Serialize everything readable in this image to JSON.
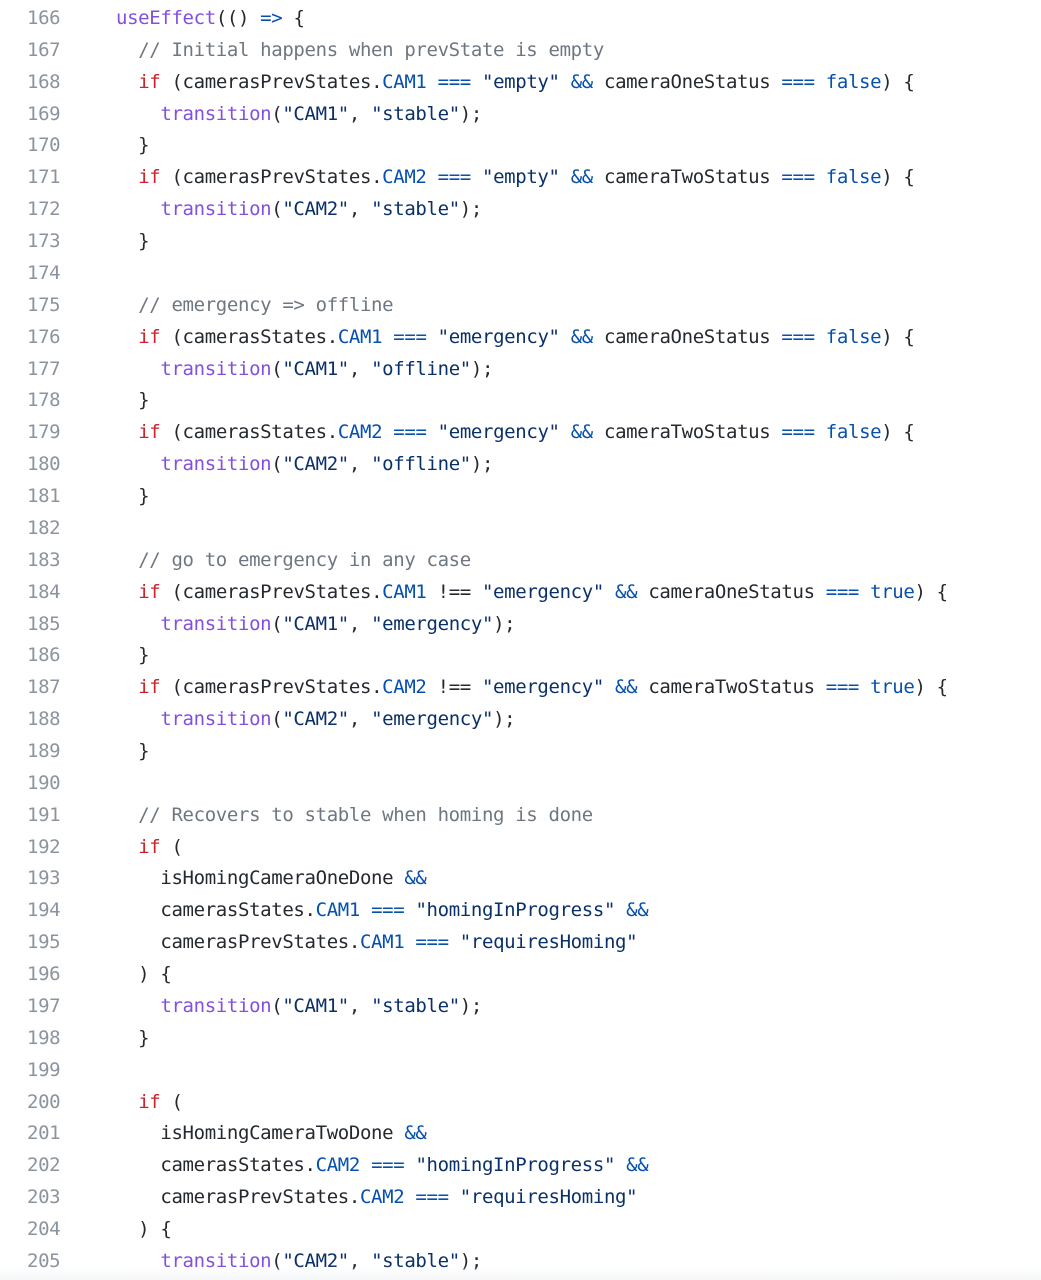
{
  "colors": {
    "keyword": "#cf222e",
    "function": "#8250df",
    "property": "#0550ae",
    "operator": "#0550ae",
    "string": "#0a3069",
    "boolean": "#0550ae",
    "comment": "#6e7781",
    "plain": "#24292f",
    "line_number": "#8b949e",
    "background": "#ffffff"
  },
  "code": {
    "lines": [
      {
        "num": "166",
        "tokens": [
          [
            "fn",
            "useEffect"
          ],
          [
            "p",
            "(() "
          ],
          [
            "op",
            "=>"
          ],
          [
            "p",
            " {"
          ]
        ]
      },
      {
        "num": "167",
        "tokens": [
          [
            "p",
            "  "
          ],
          [
            "cm",
            "// Initial happens when prevState is empty"
          ]
        ]
      },
      {
        "num": "168",
        "tokens": [
          [
            "p",
            "  "
          ],
          [
            "kw",
            "if"
          ],
          [
            "p",
            " (camerasPrevStates."
          ],
          [
            "prop",
            "CAM1"
          ],
          [
            "p",
            " "
          ],
          [
            "op",
            "==="
          ],
          [
            "p",
            " "
          ],
          [
            "str",
            "\"empty\""
          ],
          [
            "p",
            " "
          ],
          [
            "op",
            "&&"
          ],
          [
            "p",
            " cameraOneStatus "
          ],
          [
            "op",
            "==="
          ],
          [
            "p",
            " "
          ],
          [
            "bool",
            "false"
          ],
          [
            "p",
            ") {"
          ]
        ]
      },
      {
        "num": "169",
        "tokens": [
          [
            "p",
            "    "
          ],
          [
            "fn",
            "transition"
          ],
          [
            "p",
            "("
          ],
          [
            "str",
            "\"CAM1\""
          ],
          [
            "p",
            ", "
          ],
          [
            "str",
            "\"stable\""
          ],
          [
            "p",
            ");"
          ]
        ]
      },
      {
        "num": "170",
        "tokens": [
          [
            "p",
            "  }"
          ]
        ]
      },
      {
        "num": "171",
        "tokens": [
          [
            "p",
            "  "
          ],
          [
            "kw",
            "if"
          ],
          [
            "p",
            " (camerasPrevStates."
          ],
          [
            "prop",
            "CAM2"
          ],
          [
            "p",
            " "
          ],
          [
            "op",
            "==="
          ],
          [
            "p",
            " "
          ],
          [
            "str",
            "\"empty\""
          ],
          [
            "p",
            " "
          ],
          [
            "op",
            "&&"
          ],
          [
            "p",
            " cameraTwoStatus "
          ],
          [
            "op",
            "==="
          ],
          [
            "p",
            " "
          ],
          [
            "bool",
            "false"
          ],
          [
            "p",
            ") {"
          ]
        ]
      },
      {
        "num": "172",
        "tokens": [
          [
            "p",
            "    "
          ],
          [
            "fn",
            "transition"
          ],
          [
            "p",
            "("
          ],
          [
            "str",
            "\"CAM2\""
          ],
          [
            "p",
            ", "
          ],
          [
            "str",
            "\"stable\""
          ],
          [
            "p",
            ");"
          ]
        ]
      },
      {
        "num": "173",
        "tokens": [
          [
            "p",
            "  }"
          ]
        ]
      },
      {
        "num": "174",
        "tokens": []
      },
      {
        "num": "175",
        "tokens": [
          [
            "p",
            "  "
          ],
          [
            "cm",
            "// emergency => offline"
          ]
        ]
      },
      {
        "num": "176",
        "tokens": [
          [
            "p",
            "  "
          ],
          [
            "kw",
            "if"
          ],
          [
            "p",
            " (camerasStates."
          ],
          [
            "prop",
            "CAM1"
          ],
          [
            "p",
            " "
          ],
          [
            "op",
            "==="
          ],
          [
            "p",
            " "
          ],
          [
            "str",
            "\"emergency\""
          ],
          [
            "p",
            " "
          ],
          [
            "op",
            "&&"
          ],
          [
            "p",
            " cameraOneStatus "
          ],
          [
            "op",
            "==="
          ],
          [
            "p",
            " "
          ],
          [
            "bool",
            "false"
          ],
          [
            "p",
            ") {"
          ]
        ]
      },
      {
        "num": "177",
        "tokens": [
          [
            "p",
            "    "
          ],
          [
            "fn",
            "transition"
          ],
          [
            "p",
            "("
          ],
          [
            "str",
            "\"CAM1\""
          ],
          [
            "p",
            ", "
          ],
          [
            "str",
            "\"offline\""
          ],
          [
            "p",
            ");"
          ]
        ]
      },
      {
        "num": "178",
        "tokens": [
          [
            "p",
            "  }"
          ]
        ]
      },
      {
        "num": "179",
        "tokens": [
          [
            "p",
            "  "
          ],
          [
            "kw",
            "if"
          ],
          [
            "p",
            " (camerasStates."
          ],
          [
            "prop",
            "CAM2"
          ],
          [
            "p",
            " "
          ],
          [
            "op",
            "==="
          ],
          [
            "p",
            " "
          ],
          [
            "str",
            "\"emergency\""
          ],
          [
            "p",
            " "
          ],
          [
            "op",
            "&&"
          ],
          [
            "p",
            " cameraTwoStatus "
          ],
          [
            "op",
            "==="
          ],
          [
            "p",
            " "
          ],
          [
            "bool",
            "false"
          ],
          [
            "p",
            ") {"
          ]
        ]
      },
      {
        "num": "180",
        "tokens": [
          [
            "p",
            "    "
          ],
          [
            "fn",
            "transition"
          ],
          [
            "p",
            "("
          ],
          [
            "str",
            "\"CAM2\""
          ],
          [
            "p",
            ", "
          ],
          [
            "str",
            "\"offline\""
          ],
          [
            "p",
            ");"
          ]
        ]
      },
      {
        "num": "181",
        "tokens": [
          [
            "p",
            "  }"
          ]
        ]
      },
      {
        "num": "182",
        "tokens": []
      },
      {
        "num": "183",
        "tokens": [
          [
            "p",
            "  "
          ],
          [
            "cm",
            "// go to emergency in any case"
          ]
        ]
      },
      {
        "num": "184",
        "tokens": [
          [
            "p",
            "  "
          ],
          [
            "kw",
            "if"
          ],
          [
            "p",
            " (camerasPrevStates."
          ],
          [
            "prop",
            "CAM1"
          ],
          [
            "p",
            " !== "
          ],
          [
            "str",
            "\"emergency\""
          ],
          [
            "p",
            " "
          ],
          [
            "op",
            "&&"
          ],
          [
            "p",
            " cameraOneStatus "
          ],
          [
            "op",
            "==="
          ],
          [
            "p",
            " "
          ],
          [
            "bool",
            "true"
          ],
          [
            "p",
            ") {"
          ]
        ]
      },
      {
        "num": "185",
        "tokens": [
          [
            "p",
            "    "
          ],
          [
            "fn",
            "transition"
          ],
          [
            "p",
            "("
          ],
          [
            "str",
            "\"CAM1\""
          ],
          [
            "p",
            ", "
          ],
          [
            "str",
            "\"emergency\""
          ],
          [
            "p",
            ");"
          ]
        ]
      },
      {
        "num": "186",
        "tokens": [
          [
            "p",
            "  }"
          ]
        ]
      },
      {
        "num": "187",
        "tokens": [
          [
            "p",
            "  "
          ],
          [
            "kw",
            "if"
          ],
          [
            "p",
            " (camerasPrevStates."
          ],
          [
            "prop",
            "CAM2"
          ],
          [
            "p",
            " !== "
          ],
          [
            "str",
            "\"emergency\""
          ],
          [
            "p",
            " "
          ],
          [
            "op",
            "&&"
          ],
          [
            "p",
            " cameraTwoStatus "
          ],
          [
            "op",
            "==="
          ],
          [
            "p",
            " "
          ],
          [
            "bool",
            "true"
          ],
          [
            "p",
            ") {"
          ]
        ]
      },
      {
        "num": "188",
        "tokens": [
          [
            "p",
            "    "
          ],
          [
            "fn",
            "transition"
          ],
          [
            "p",
            "("
          ],
          [
            "str",
            "\"CAM2\""
          ],
          [
            "p",
            ", "
          ],
          [
            "str",
            "\"emergency\""
          ],
          [
            "p",
            ");"
          ]
        ]
      },
      {
        "num": "189",
        "tokens": [
          [
            "p",
            "  }"
          ]
        ]
      },
      {
        "num": "190",
        "tokens": []
      },
      {
        "num": "191",
        "tokens": [
          [
            "p",
            "  "
          ],
          [
            "cm",
            "// Recovers to stable when homing is done"
          ]
        ]
      },
      {
        "num": "192",
        "tokens": [
          [
            "p",
            "  "
          ],
          [
            "kw",
            "if"
          ],
          [
            "p",
            " ("
          ]
        ]
      },
      {
        "num": "193",
        "tokens": [
          [
            "p",
            "    isHomingCameraOneDone "
          ],
          [
            "op",
            "&&"
          ]
        ]
      },
      {
        "num": "194",
        "tokens": [
          [
            "p",
            "    camerasStates."
          ],
          [
            "prop",
            "CAM1"
          ],
          [
            "p",
            " "
          ],
          [
            "op",
            "==="
          ],
          [
            "p",
            " "
          ],
          [
            "str",
            "\"homingInProgress\""
          ],
          [
            "p",
            " "
          ],
          [
            "op",
            "&&"
          ]
        ]
      },
      {
        "num": "195",
        "tokens": [
          [
            "p",
            "    camerasPrevStates."
          ],
          [
            "prop",
            "CAM1"
          ],
          [
            "p",
            " "
          ],
          [
            "op",
            "==="
          ],
          [
            "p",
            " "
          ],
          [
            "str",
            "\"requiresHoming\""
          ]
        ]
      },
      {
        "num": "196",
        "tokens": [
          [
            "p",
            "  ) {"
          ]
        ]
      },
      {
        "num": "197",
        "tokens": [
          [
            "p",
            "    "
          ],
          [
            "fn",
            "transition"
          ],
          [
            "p",
            "("
          ],
          [
            "str",
            "\"CAM1\""
          ],
          [
            "p",
            ", "
          ],
          [
            "str",
            "\"stable\""
          ],
          [
            "p",
            ");"
          ]
        ]
      },
      {
        "num": "198",
        "tokens": [
          [
            "p",
            "  }"
          ]
        ]
      },
      {
        "num": "199",
        "tokens": []
      },
      {
        "num": "200",
        "tokens": [
          [
            "p",
            "  "
          ],
          [
            "kw",
            "if"
          ],
          [
            "p",
            " ("
          ]
        ]
      },
      {
        "num": "201",
        "tokens": [
          [
            "p",
            "    isHomingCameraTwoDone "
          ],
          [
            "op",
            "&&"
          ]
        ]
      },
      {
        "num": "202",
        "tokens": [
          [
            "p",
            "    camerasStates."
          ],
          [
            "prop",
            "CAM2"
          ],
          [
            "p",
            " "
          ],
          [
            "op",
            "==="
          ],
          [
            "p",
            " "
          ],
          [
            "str",
            "\"homingInProgress\""
          ],
          [
            "p",
            " "
          ],
          [
            "op",
            "&&"
          ]
        ]
      },
      {
        "num": "203",
        "tokens": [
          [
            "p",
            "    camerasPrevStates."
          ],
          [
            "prop",
            "CAM2"
          ],
          [
            "p",
            " "
          ],
          [
            "op",
            "==="
          ],
          [
            "p",
            " "
          ],
          [
            "str",
            "\"requiresHoming\""
          ]
        ]
      },
      {
        "num": "204",
        "tokens": [
          [
            "p",
            "  ) {"
          ]
        ]
      },
      {
        "num": "205",
        "tokens": [
          [
            "p",
            "    "
          ],
          [
            "fn",
            "transition"
          ],
          [
            "p",
            "("
          ],
          [
            "str",
            "\"CAM2\""
          ],
          [
            "p",
            ", "
          ],
          [
            "str",
            "\"stable\""
          ],
          [
            "p",
            ");"
          ]
        ]
      }
    ]
  }
}
